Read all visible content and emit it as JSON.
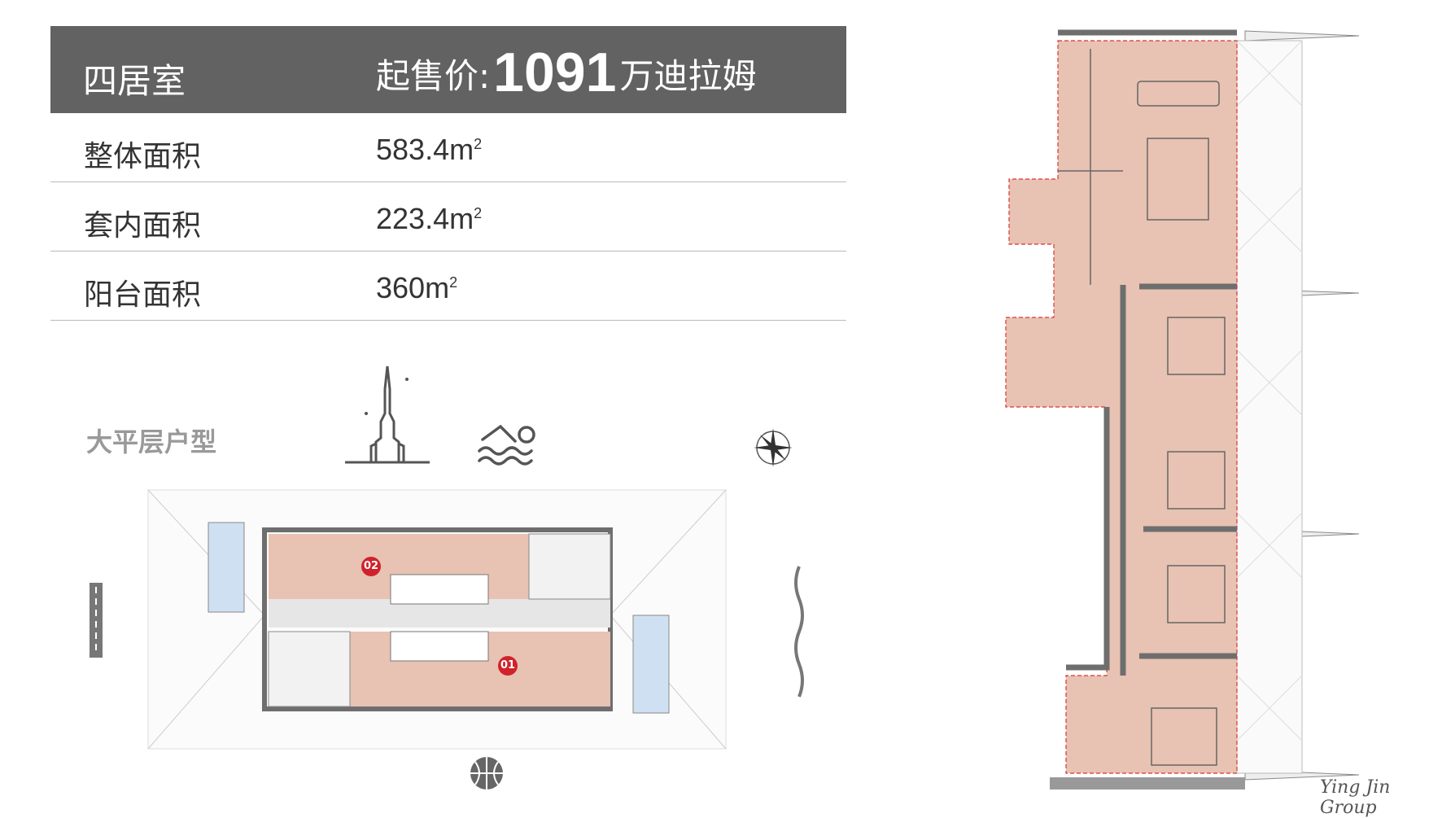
{
  "header": {
    "title": "四居室",
    "price_label": "起售价:",
    "price_value": "1091",
    "price_unit": "万迪拉姆"
  },
  "areas": [
    {
      "label": "整体面积",
      "value": "583.4",
      "unit": "m",
      "unit_sup": "2"
    },
    {
      "label": "套内面积",
      "value": "223.4",
      "unit": "m",
      "unit_sup": "2"
    },
    {
      "label": "阳台面积",
      "value": "360",
      "unit": "m",
      "unit_sup": "2"
    }
  ],
  "section": {
    "title": "大平层户型"
  },
  "site_plan": {
    "unit_markers": [
      "02",
      "01"
    ],
    "marker_color": "#d0222a"
  },
  "colors": {
    "header_bg": "#626262",
    "room_fill": "#e8c2b2",
    "wall": "#6e6e6e"
  },
  "icons": [
    "burj-khalifa-icon",
    "swimmer-icon",
    "compass-icon",
    "basketball-icon",
    "road-icon",
    "wave-icon"
  ],
  "logo": {
    "text": "Ying Jin Group"
  }
}
